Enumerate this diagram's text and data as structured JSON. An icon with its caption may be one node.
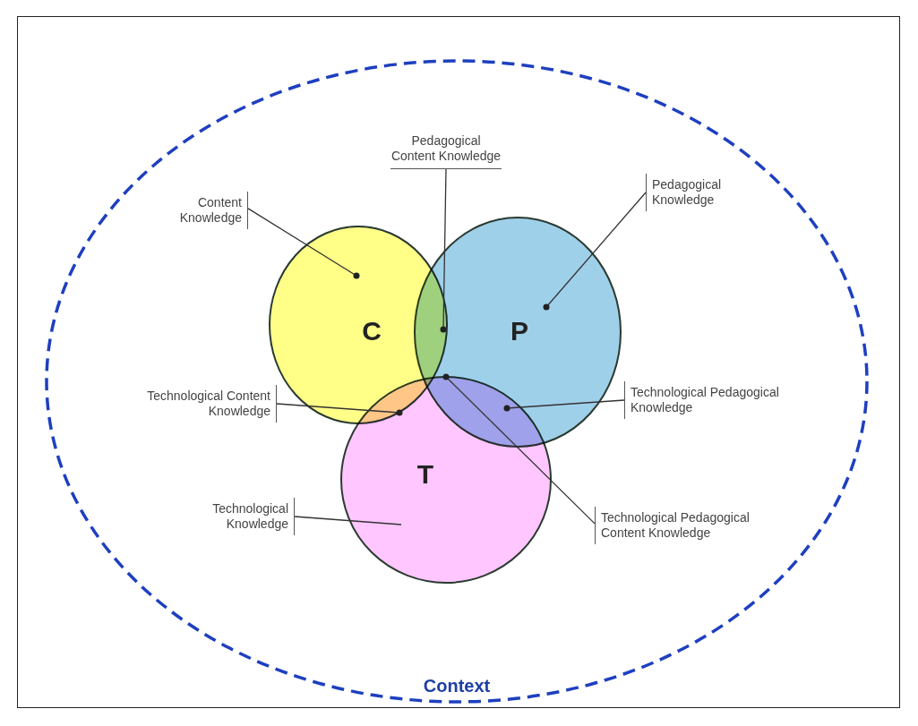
{
  "diagram": {
    "nodes": [
      {
        "text": [
          "Context"
        ]
      },
      {
        "text": [
          "C"
        ],
        "in": 0
      },
      {
        "text": [
          "P"
        ],
        "in": 0
      },
      {
        "text": [
          "T"
        ],
        "in": 0
      },
      {
        "text": [
          "Content Knowledge"
        ],
        "in": 0
      },
      {
        "text": [
          "Pedagogical Content Knowledge"
        ],
        "in": 0
      },
      {
        "text": [
          "Pedagogical Knowledge"
        ],
        "in": 0
      },
      {
        "text": [
          "Technological Content Knowledge"
        ],
        "in": 0
      },
      {
        "text": [
          "Technological Pedagogical Knowledge"
        ],
        "in": 0
      },
      {
        "text": [
          "Technological Knowledge"
        ],
        "in": 0
      },
      {
        "text": [
          "Technological Pedagogical Content Knowledge"
        ],
        "in": 0
      }
    ],
    "edges": [
      {
        "from": 4,
        "to": 1,
        "arrow": "other"
      },
      {
        "from": 5,
        "to": 1,
        "arrow": "other"
      },
      {
        "from": 6,
        "to": 2,
        "arrow": "other"
      },
      {
        "from": 7,
        "to": 1,
        "arrow": "other"
      },
      {
        "from": 8,
        "to": 3,
        "arrow": "other"
      },
      {
        "from": 9,
        "to": 3,
        "arrow": "none"
      },
      {
        "from": 10,
        "to": 1,
        "arrow": "other"
      }
    ]
  }
}
